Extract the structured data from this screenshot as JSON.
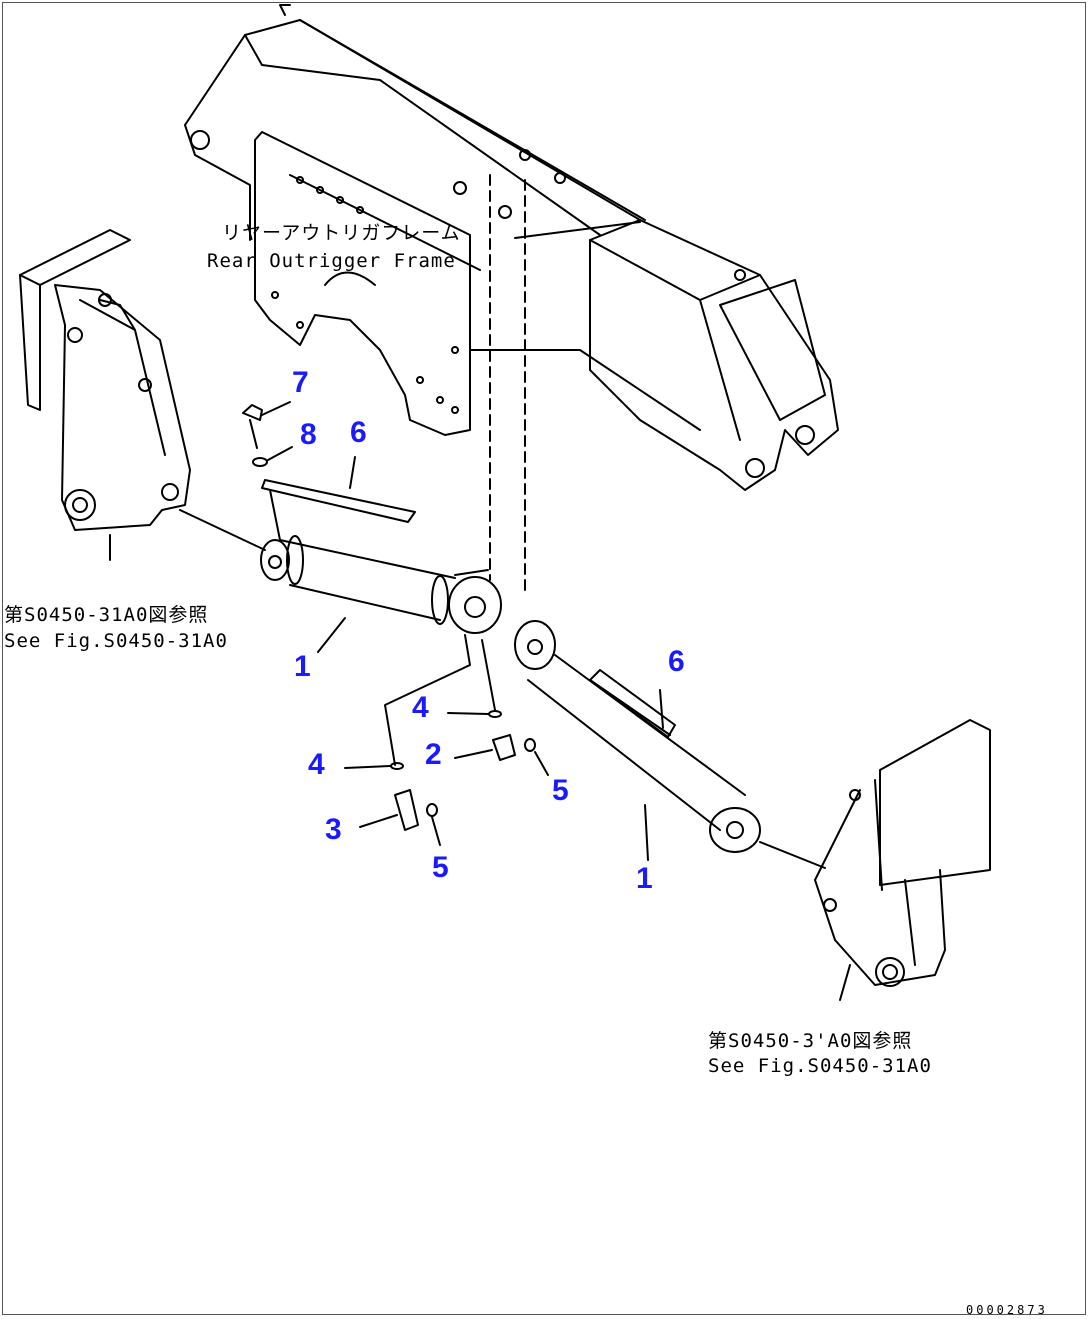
{
  "colors": {
    "callout": "#1a1aff",
    "line": "#000000"
  },
  "frame_label": {
    "ja": "リヤーアウトリガフレーム",
    "en": "Rear Outrigger Frame"
  },
  "reference_left": {
    "ja": "第S0450-31A0図参照",
    "en": "See Fig.S0450-31A0"
  },
  "reference_right": {
    "ja": "第S0450-3'A0図参照",
    "en": "See Fig.S0450-31A0"
  },
  "callouts": {
    "c7": "7",
    "c8": "8",
    "c6a": "6",
    "c6b": "6",
    "c1a": "1",
    "c1b": "1",
    "c4a": "4",
    "c4b": "4",
    "c2": "2",
    "c3": "3",
    "c5a": "5",
    "c5b": "5"
  },
  "doc_number": "00002873"
}
